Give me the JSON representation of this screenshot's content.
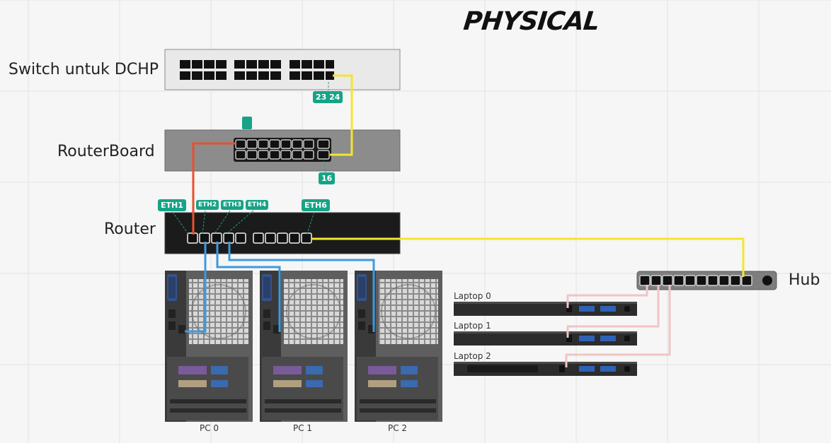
{
  "title": "PHYSICAL",
  "devices": {
    "switch": "Switch untuk DCHP",
    "routerboard": "RouterBoard",
    "router": "Router",
    "hub": "Hub"
  },
  "port_tags": {
    "switch_ports": "23 24",
    "routerboard_port": "16",
    "eth1": "ETH1",
    "eth2": "ETH2",
    "eth3": "ETH3",
    "eth4": "ETH4",
    "eth6": "ETH6"
  },
  "pcs": [
    "PC 0",
    "PC 1",
    "PC 2"
  ],
  "laptops": [
    "Laptop 0",
    "Laptop 1",
    "Laptop 2"
  ],
  "cable_colors": {
    "router_to_routerboard": "#e8502f",
    "switch_to_router_hub": "#f5e52e",
    "router_to_pcs": "#3b9ae1",
    "hub_to_laptops": "#f2c4c4",
    "tag": "#17a386"
  }
}
